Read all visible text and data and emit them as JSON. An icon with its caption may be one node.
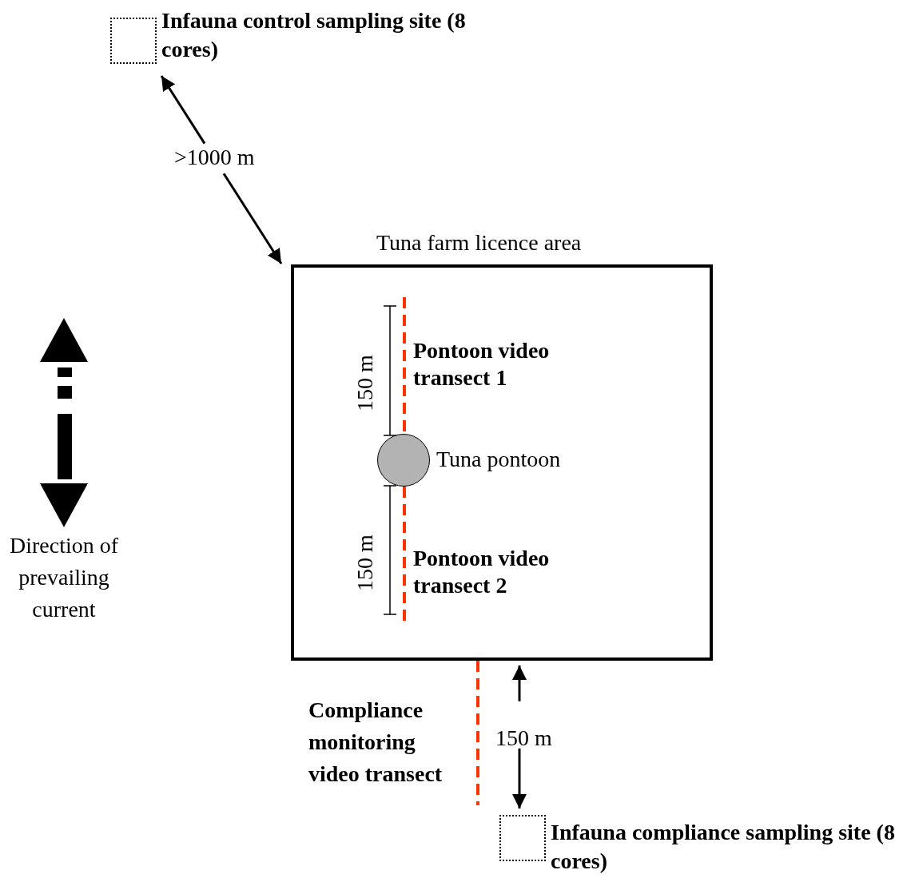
{
  "diagram": {
    "nodes": [
      {
        "text": [
          "Infauna control sampling site (8 cores)"
        ]
      },
      {
        "text": [
          "Tuna farm licence area"
        ]
      },
      {
        "text": [
          "Tuna pontoon"
        ],
        "in": 1
      },
      {
        "text": [
          "Infauna compliance sampling site (8 cores)"
        ]
      }
    ],
    "labels": [
      ">1000 m",
      "150 m",
      "Pontoon video transect 1",
      "150 m",
      "Pontoon video transect 2",
      "Direction of prevailing current",
      "Compliance monitoring video transect",
      "150 m"
    ]
  }
}
